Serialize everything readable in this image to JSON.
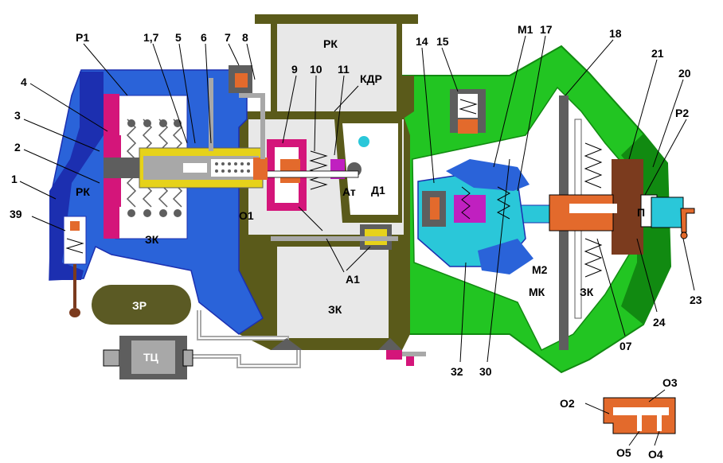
{
  "colors": {
    "blue": "#2a63d9",
    "dark_blue": "#1c2fb0",
    "green": "#22c522",
    "dark_green": "#118a11",
    "olive": "#5a5a1a",
    "olive_fill": "#e8e8e8",
    "gray": "#a8a8a8",
    "dark_gray": "#5e5e5e",
    "magenta": "#d4157a",
    "purple": "#c020c0",
    "yellow": "#e6d21a",
    "cyan": "#2ac7d9",
    "orange": "#e36a2c",
    "brown": "#7b3b1e",
    "tank": "#5b5a24"
  },
  "labels": {
    "p1": "Р1",
    "l17": "1,7",
    "l5": "5",
    "l6": "6",
    "l7": "7",
    "l8": "8",
    "rk_top": "РК",
    "l9": "9",
    "l10": "10",
    "l11": "11",
    "kdr": "КДР",
    "l14": "14",
    "l15": "15",
    "m1": "М1",
    "l17b": "17",
    "l18": "18",
    "l21": "21",
    "l20": "20",
    "p2": "Р2",
    "l4": "4",
    "l3": "3",
    "l2": "2",
    "l1": "1",
    "l39": "39",
    "rk_left": "РК",
    "zk_left": "ЗК",
    "o1": "О1",
    "at": "Ат",
    "d1": "Д1",
    "a1": "А1",
    "zk_mid": "ЗК",
    "m2": "М2",
    "mk": "МК",
    "zk_right": "ЗК",
    "p": "П",
    "zr": "ЗР",
    "tc": "ТЦ",
    "l32": "32",
    "l30": "30",
    "l07": "07",
    "l24": "24",
    "l23": "23",
    "o2": "О2",
    "o3": "О3",
    "o5": "О5",
    "o4": "О4"
  }
}
